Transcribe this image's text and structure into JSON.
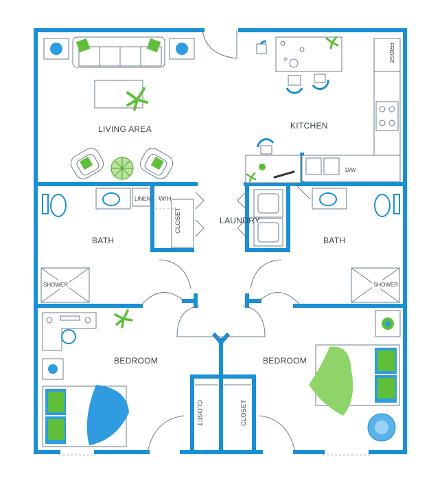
{
  "rooms": {
    "living_area": "LIVING AREA",
    "kitchen": "KITCHEN",
    "bath_left": "BATH",
    "bath_right": "BATH",
    "laundry": "LAUNDRY",
    "bedroom_left": "BEDROOM",
    "bedroom_right": "BEDROOM"
  },
  "fixtures": {
    "fridge": "FRIDGE",
    "dishwasher": "D/W",
    "linen": "LINEN",
    "water_heater": "W/H",
    "closet_hall": "CLOSET",
    "closet_left": "CLOSET",
    "closet_right": "CLOSET",
    "shower_left": "SHOWER",
    "shower_right": "SHOWER"
  },
  "colors": {
    "wall": "#1a8fd4",
    "accent_green": "#5fbf3a",
    "accent_blue": "#2f9be0"
  }
}
